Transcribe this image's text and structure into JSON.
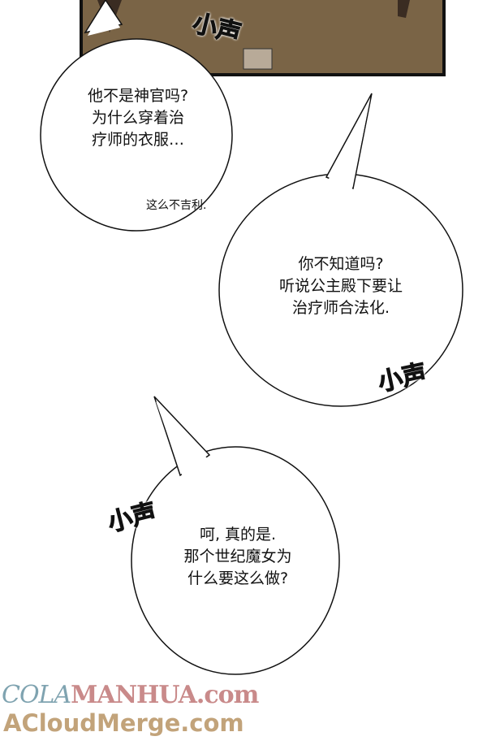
{
  "bubbles": [
    {
      "lines": "他不是神官吗?\n为什么穿着治\n疗师的衣服…",
      "aside": "这么不吉利."
    },
    {
      "lines": "你不知道吗?\n听说公主殿下要让\n治疗师合法化."
    },
    {
      "lines": "呵, 真的是.\n那个世纪魔女为\n什么要这么做?"
    }
  ],
  "sfx": [
    "小声",
    "小声",
    "小声"
  ],
  "watermark": {
    "cola": "COLA",
    "manhua": "MANHUA.com",
    "line2": "ACloudMerge.com"
  },
  "colors": {
    "panel_bg": "#7a6446",
    "cola": "#7fa3b0",
    "manhua": "#c98a8a",
    "line2": "#c2a37a"
  }
}
